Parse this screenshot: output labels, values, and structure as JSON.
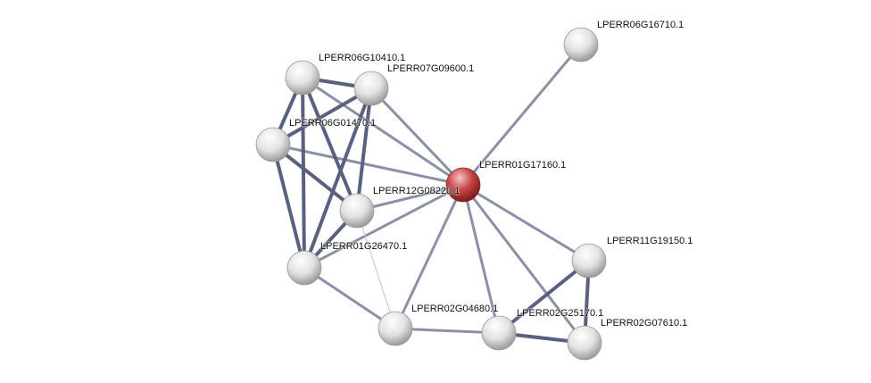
{
  "network": {
    "nodes": [
      {
        "id": "LPERR06G16710.1",
        "query": false
      },
      {
        "id": "LPERR06G10410.1",
        "query": false
      },
      {
        "id": "LPERR07G09600.1",
        "query": false
      },
      {
        "id": "LPERR06G01470.1",
        "query": false
      },
      {
        "id": "LPERR01G17160.1",
        "query": true
      },
      {
        "id": "LPERR12G08220.1",
        "query": false
      },
      {
        "id": "LPERR01G26470.1",
        "query": false
      },
      {
        "id": "LPERR11G19150.1",
        "query": false
      },
      {
        "id": "LPERR02G04680.1",
        "query": false
      },
      {
        "id": "LPERR02G25170.1",
        "query": false
      },
      {
        "id": "LPERR02G07610.1",
        "query": false
      }
    ],
    "edges": [
      {
        "from": 4,
        "to": 0,
        "weight": "medium"
      },
      {
        "from": 4,
        "to": 1,
        "weight": "medium"
      },
      {
        "from": 4,
        "to": 2,
        "weight": "medium"
      },
      {
        "from": 4,
        "to": 3,
        "weight": "medium"
      },
      {
        "from": 4,
        "to": 5,
        "weight": "medium"
      },
      {
        "from": 4,
        "to": 6,
        "weight": "medium"
      },
      {
        "from": 4,
        "to": 7,
        "weight": "medium"
      },
      {
        "from": 4,
        "to": 8,
        "weight": "medium"
      },
      {
        "from": 4,
        "to": 9,
        "weight": "medium"
      },
      {
        "from": 4,
        "to": 10,
        "weight": "medium"
      },
      {
        "from": 1,
        "to": 2,
        "weight": "strong"
      },
      {
        "from": 1,
        "to": 3,
        "weight": "strong"
      },
      {
        "from": 1,
        "to": 6,
        "weight": "strong"
      },
      {
        "from": 1,
        "to": 5,
        "weight": "strong"
      },
      {
        "from": 2,
        "to": 3,
        "weight": "strong"
      },
      {
        "from": 2,
        "to": 5,
        "weight": "strong"
      },
      {
        "from": 2,
        "to": 6,
        "weight": "strong"
      },
      {
        "from": 3,
        "to": 6,
        "weight": "strong"
      },
      {
        "from": 3,
        "to": 5,
        "weight": "strong"
      },
      {
        "from": 5,
        "to": 6,
        "weight": "strong"
      },
      {
        "from": 5,
        "to": 8,
        "weight": "weak"
      },
      {
        "from": 6,
        "to": 8,
        "weight": "medium"
      },
      {
        "from": 8,
        "to": 9,
        "weight": "medium"
      },
      {
        "from": 9,
        "to": 10,
        "weight": "strong"
      },
      {
        "from": 9,
        "to": 7,
        "weight": "strong"
      },
      {
        "from": 7,
        "to": 10,
        "weight": "strong"
      }
    ]
  },
  "colors": {
    "query_node": "#c0393b",
    "node": "#d8d8d8",
    "edge": "#8a90a6",
    "edge_strong": "#5a6080",
    "edge_weak": "#c8cad4"
  }
}
